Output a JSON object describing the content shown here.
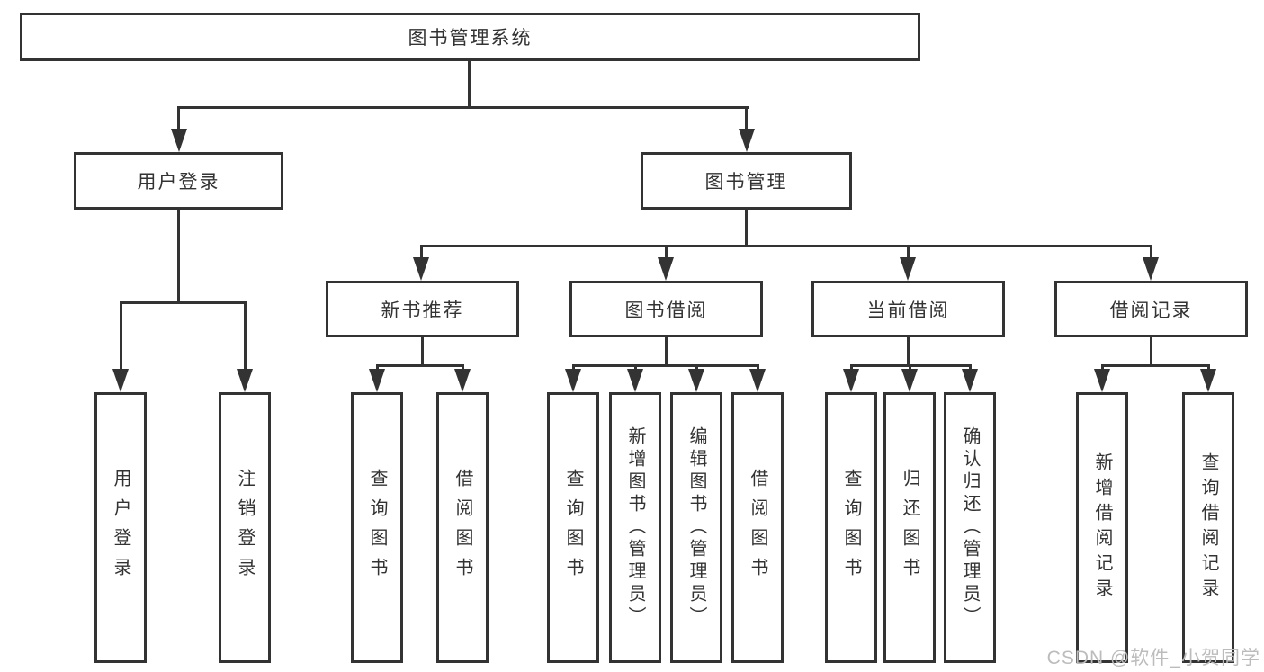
{
  "tree": {
    "root": {
      "label": "图书管理系统",
      "children": [
        {
          "label": "用户登录",
          "children": [
            {
              "label": "用户登录"
            },
            {
              "label": "注销登录"
            }
          ]
        },
        {
          "label": "图书管理",
          "children": [
            {
              "label": "新书推荐",
              "children": [
                {
                  "label": "查询图书"
                },
                {
                  "label": "借阅图书"
                }
              ]
            },
            {
              "label": "图书借阅",
              "children": [
                {
                  "label": "查询图书"
                },
                {
                  "label": "新增图书（管理员）"
                },
                {
                  "label": "编辑图书（管理员）"
                },
                {
                  "label": "借阅图书"
                }
              ]
            },
            {
              "label": "当前借阅",
              "children": [
                {
                  "label": "查询图书"
                },
                {
                  "label": "归还图书"
                },
                {
                  "label": "确认归还（管理员）"
                }
              ]
            },
            {
              "label": "借阅记录",
              "children": [
                {
                  "label": "新增借阅记录"
                },
                {
                  "label": "查询借阅记录"
                }
              ]
            }
          ]
        }
      ]
    }
  },
  "watermark": "CSDN @软件_小贺同学",
  "colors": {
    "line": "#333333",
    "text": "#333333",
    "watermark": "#bcbcbc",
    "background": "#ffffff"
  }
}
